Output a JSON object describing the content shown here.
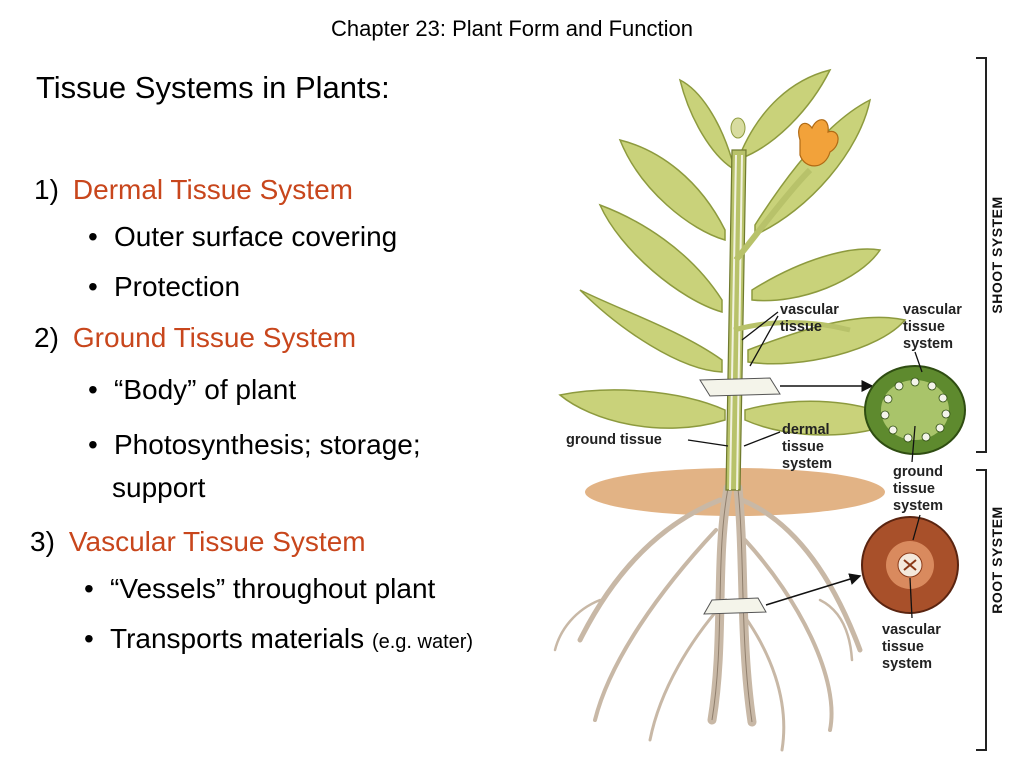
{
  "header": {
    "title": "Chapter 23:  Plant Form and Function"
  },
  "heading": "Tissue Systems in Plants:",
  "sections": [
    {
      "num": "1)",
      "label": "Dermal Tissue System",
      "bullets": [
        "Outer surface covering",
        "Protection"
      ]
    },
    {
      "num": "2)",
      "label": "Ground Tissue System",
      "bullets": [
        "“Body” of plant",
        "Photosynthesis; storage;"
      ],
      "continuation": "support"
    },
    {
      "num": "3)",
      "label": "Vascular Tissue System",
      "bullets": [
        "“Vessels” throughout plant",
        "Transports materials "
      ],
      "note": "(e.g. water)"
    }
  ],
  "diagram": {
    "labels": {
      "vascular_tissue": [
        "vascular",
        "tissue"
      ],
      "vascular_tissue_system_top": [
        "vascular",
        "tissue",
        "system"
      ],
      "ground_tissue": "ground tissue",
      "dermal_tissue_system": [
        "dermal",
        "tissue",
        "system"
      ],
      "ground_tissue_system": [
        "ground",
        "tissue",
        "system"
      ],
      "vascular_tissue_system_bottom": [
        "vascular",
        "tissue",
        "system"
      ]
    },
    "shoot_system": "SHOOT  SYSTEM",
    "root_system": "ROOT  SYSTEM",
    "colors": {
      "accent": "#c8461c",
      "leaf": "#c9d27a",
      "stem_cross_section": "#5e8a2e",
      "root_cross_section": "#a8502a",
      "soil": "#d89a5c"
    }
  }
}
